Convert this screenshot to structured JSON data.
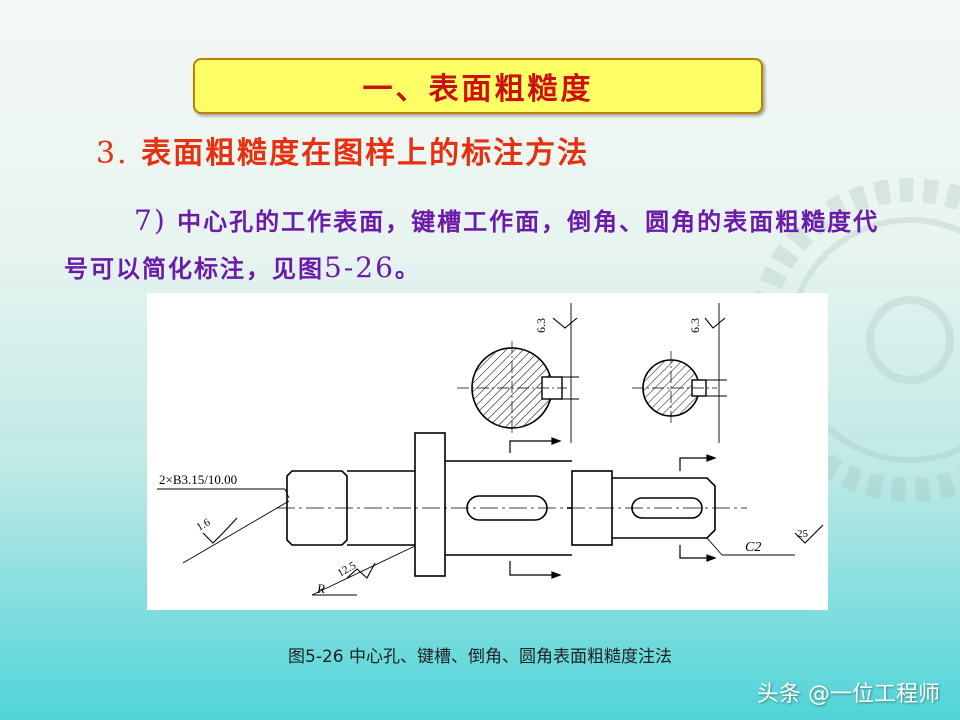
{
  "slide": {
    "title": "一、表面粗糙度",
    "subtitle_num": "3.",
    "subtitle": "表面粗糙度在图样上的标注方法",
    "para_num": "7)",
    "para_text_1": "中心孔的工作表面，键槽工作面，倒角、圆角的表面粗糙度代号可以简化标注，见图",
    "para_fig": "5-26",
    "para_end": "。"
  },
  "figure": {
    "caption": "图5-26 中心孔、键槽、倒角、圆角表面粗糙度注法",
    "labels": {
      "center_hole": "2×B3.15/10.00",
      "rough_16": "1.6",
      "rough_125": "12.5",
      "radius": "R",
      "rough_63_a": "6.3",
      "rough_63_b": "6.3",
      "chamfer": "C2",
      "rough_25": "25"
    }
  },
  "watermark": "头条 @一位工程师"
}
